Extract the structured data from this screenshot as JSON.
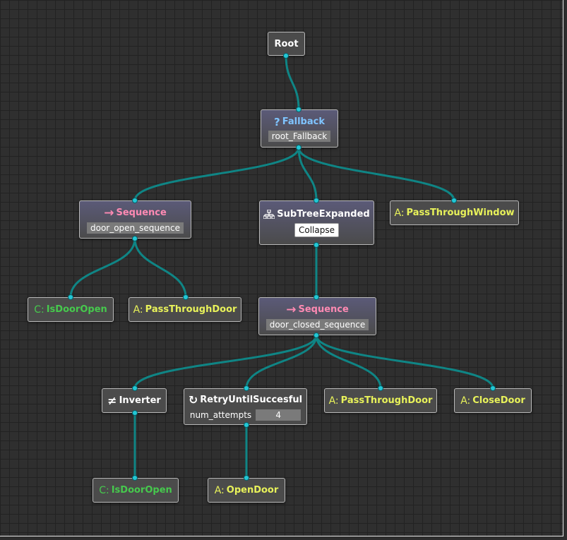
{
  "colors": {
    "edge": "#0f8585",
    "port": "#22c8d6"
  },
  "nodes": {
    "root": {
      "label": "Root"
    },
    "fallback": {
      "icon": "?",
      "label": "Fallback",
      "name": "root_Fallback"
    },
    "seq_open": {
      "icon": "→",
      "label": "Sequence",
      "name": "door_open_sequence"
    },
    "subtree": {
      "icon": "sitemap-icon",
      "label": "SubTreeExpanded",
      "button": "Collapse"
    },
    "window": {
      "icon": "A:",
      "label": "PassThroughWindow"
    },
    "cond_open_1": {
      "icon": "C:",
      "label": "IsDoorOpen"
    },
    "pass_door_1": {
      "icon": "A:",
      "label": "PassThroughDoor"
    },
    "seq_closed": {
      "icon": "→",
      "label": "Sequence",
      "name": "door_closed_sequence"
    },
    "inverter": {
      "icon": "≠",
      "label": "Inverter"
    },
    "retry": {
      "icon": "↻",
      "label": "RetryUntilSuccesful",
      "param_name": "num_attempts",
      "param_value": "4"
    },
    "pass_door_2": {
      "icon": "A:",
      "label": "PassThroughDoor"
    },
    "close_door": {
      "icon": "A:",
      "label": "CloseDoor"
    },
    "cond_open_2": {
      "icon": "C:",
      "label": "IsDoorOpen"
    },
    "open_door": {
      "icon": "A:",
      "label": "OpenDoor"
    }
  }
}
